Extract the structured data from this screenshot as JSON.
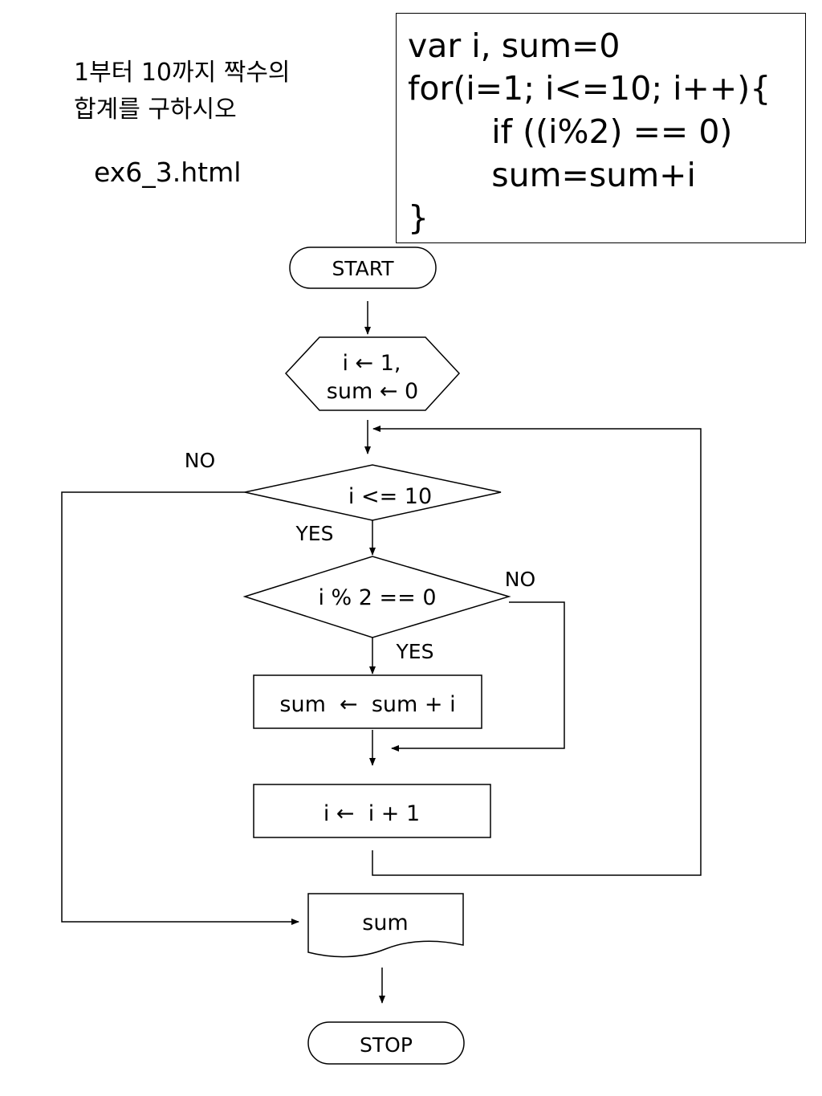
{
  "task": {
    "line1": "1부터 10까지 짝수의",
    "line2": "합계를 구하시오"
  },
  "filename": "ex6_3.html",
  "code": {
    "lines": [
      "var i, sum=0",
      "for(i=1; i<=10; i++){",
      "        if ((i%2) == 0)",
      "        sum=sum+i",
      "}"
    ]
  },
  "flowchart": {
    "start_label": "START",
    "init_line1": "i ← 1,",
    "init_line2": "sum ← 0",
    "loop_condition": "i <= 10",
    "loop_no_label": "NO",
    "loop_yes_label": "YES",
    "even_condition": "i % 2 == 0",
    "even_no_label": "NO",
    "even_yes_label": "YES",
    "accumulate": "sum  ←  sum + i",
    "increment": "i ←  i + 1",
    "output": "sum",
    "stop_label": "STOP"
  }
}
